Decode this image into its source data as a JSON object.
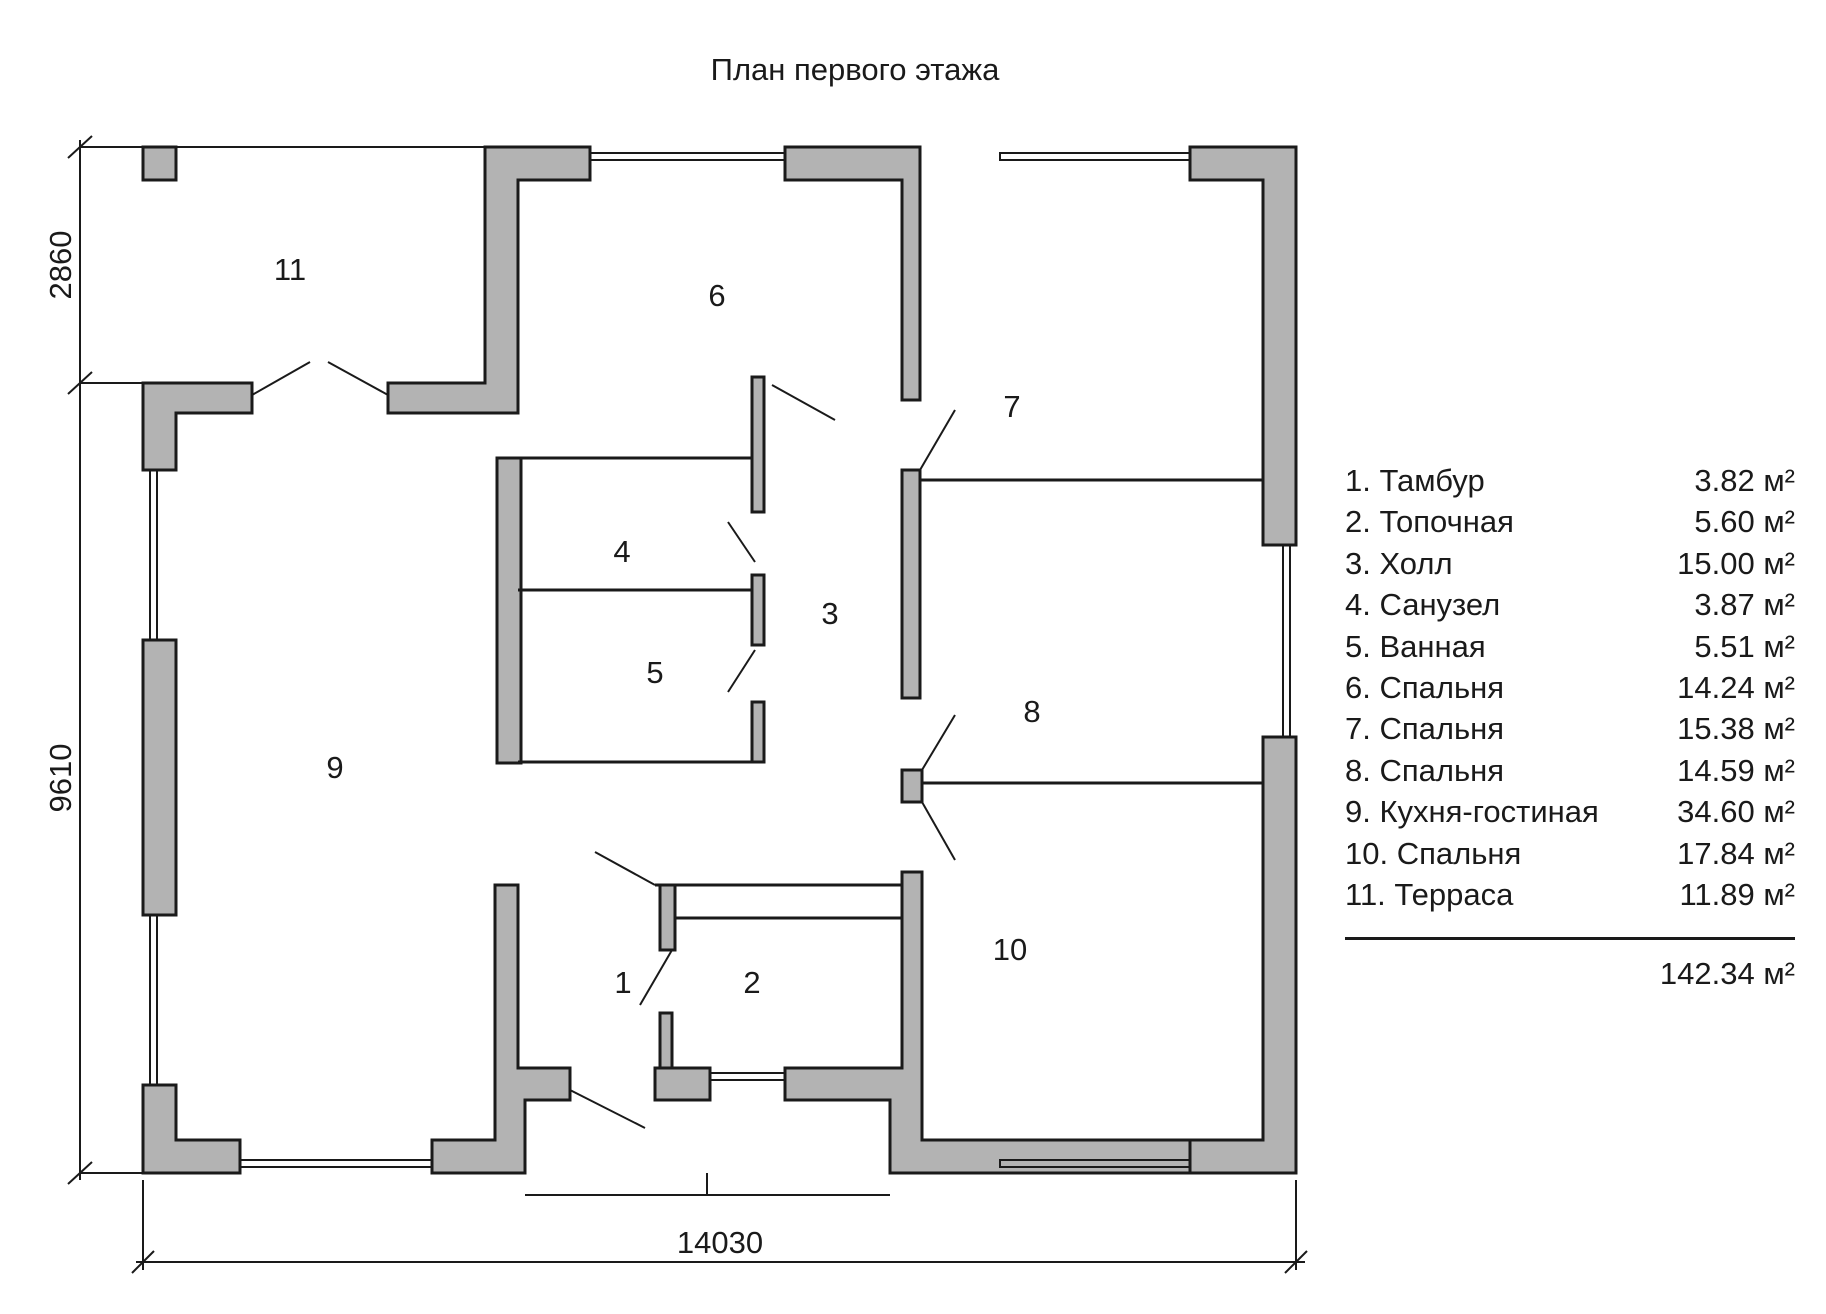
{
  "title": "План первого этажа",
  "dimensions": {
    "width": "14030",
    "depth": "9610",
    "terrace_depth": "2860"
  },
  "room_numbers": [
    "1",
    "2",
    "3",
    "4",
    "5",
    "6",
    "7",
    "8",
    "9",
    "10",
    "11"
  ],
  "legend": {
    "rooms": [
      {
        "name": "1. Тамбур",
        "area": "3.82 м²"
      },
      {
        "name": "2. Топочная",
        "area": "5.60 м²"
      },
      {
        "name": "3. Холл",
        "area": "15.00 м²"
      },
      {
        "name": "4. Санузел",
        "area": "3.87 м²"
      },
      {
        "name": "5. Ванная",
        "area": "5.51 м²"
      },
      {
        "name": "6. Спальня",
        "area": "14.24 м²"
      },
      {
        "name": "7. Спальня",
        "area": "15.38 м²"
      },
      {
        "name": "8. Спальня",
        "area": "14.59 м²"
      },
      {
        "name": "9. Кухня-гостиная",
        "area": "34.60 м²"
      },
      {
        "name": "10. Спальня",
        "area": "17.84 м²"
      },
      {
        "name": "11. Терраса",
        "area": "11.89 м²"
      }
    ],
    "total": "142.34 м²"
  },
  "colors": {
    "wall": "#b3b3b3",
    "line": "#1a1a1a"
  }
}
